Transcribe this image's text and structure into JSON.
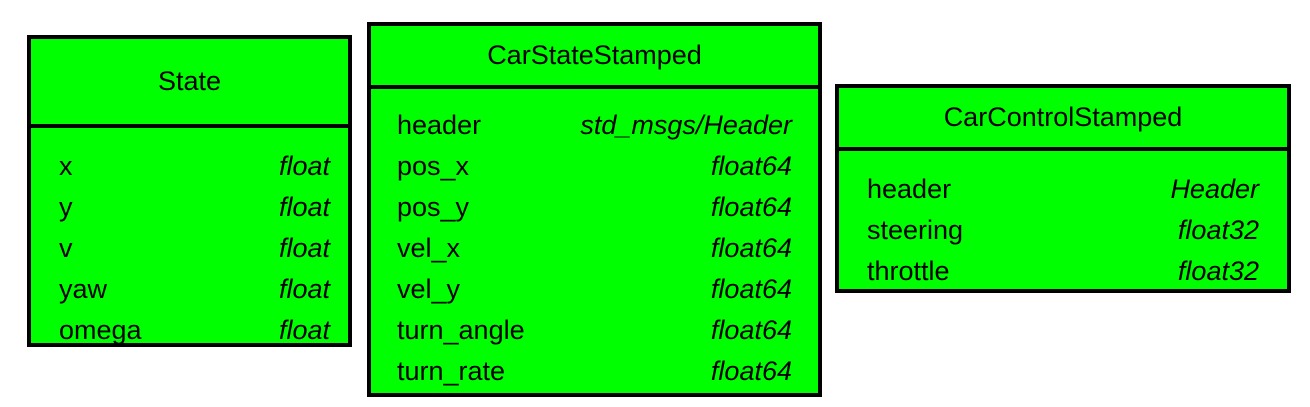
{
  "diagram": {
    "state": {
      "title": "State",
      "fields": [
        {
          "name": "x",
          "type": "float"
        },
        {
          "name": "y",
          "type": "float"
        },
        {
          "name": "v",
          "type": "float"
        },
        {
          "name": "yaw",
          "type": "float"
        },
        {
          "name": "omega",
          "type": "float"
        }
      ]
    },
    "car_state_stamped": {
      "title": "CarStateStamped",
      "fields": [
        {
          "name": "header",
          "type": "std_msgs/Header"
        },
        {
          "name": "pos_x",
          "type": "float64"
        },
        {
          "name": "pos_y",
          "type": "float64"
        },
        {
          "name": "vel_x",
          "type": "float64"
        },
        {
          "name": "vel_y",
          "type": "float64"
        },
        {
          "name": "turn_angle",
          "type": "float64"
        },
        {
          "name": "turn_rate",
          "type": "float64"
        }
      ]
    },
    "car_control_stamped": {
      "title": "CarControlStamped",
      "fields": [
        {
          "name": "header",
          "type": "Header"
        },
        {
          "name": "steering",
          "type": "float32"
        },
        {
          "name": "throttle",
          "type": "float32"
        }
      ]
    },
    "colors": {
      "box_fill": "#00ff00",
      "border": "#000000",
      "text": "#000000"
    }
  }
}
